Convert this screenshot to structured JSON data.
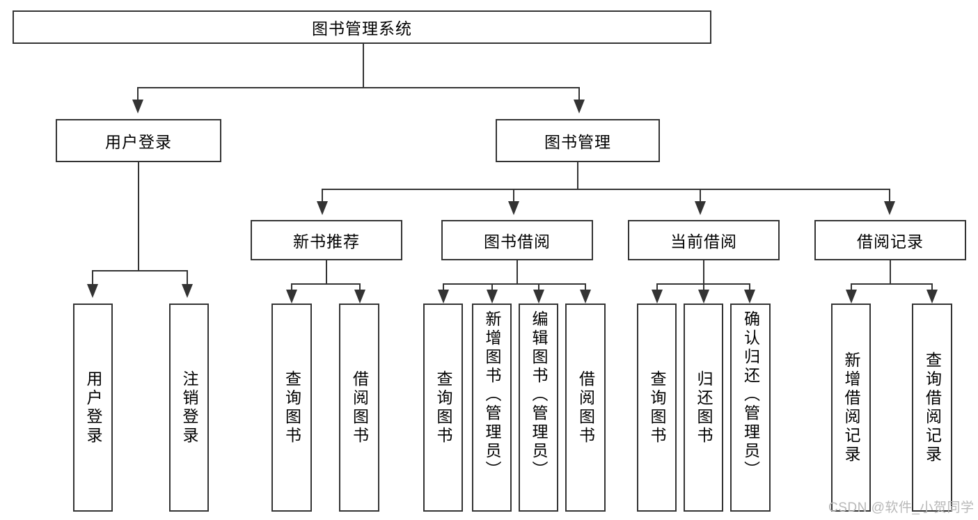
{
  "diagram": {
    "type": "tree-hierarchy",
    "title": "图书管理系统",
    "background_color": "#ffffff",
    "line_color": "#333333",
    "text_color": "#000000",
    "root": {
      "label": "图书管理系统",
      "children": [
        {
          "label": "用户登录",
          "children": [
            {
              "label": "用户登录"
            },
            {
              "label": "注销登录"
            }
          ]
        },
        {
          "label": "图书管理",
          "children": [
            {
              "label": "新书推荐",
              "children": [
                {
                  "label": "查询图书"
                },
                {
                  "label": "借阅图书"
                }
              ]
            },
            {
              "label": "图书借阅",
              "children": [
                {
                  "label": "查询图书"
                },
                {
                  "label": "新增图书（管理员）"
                },
                {
                  "label": "编辑图书（管理员）"
                },
                {
                  "label": "借阅图书"
                }
              ]
            },
            {
              "label": "当前借阅",
              "children": [
                {
                  "label": "查询图书"
                },
                {
                  "label": "归还图书"
                },
                {
                  "label": "确认归还（管理员）"
                }
              ]
            },
            {
              "label": "借阅记录",
              "children": [
                {
                  "label": "新增借阅记录"
                },
                {
                  "label": "查询借阅记录"
                }
              ]
            }
          ]
        }
      ]
    }
  },
  "nodes": {
    "root": "图书管理系统",
    "l2_user_login": "用户登录",
    "l2_book_mgmt": "图书管理",
    "l3_new_book_rec": "新书推荐",
    "l3_book_borrow": "图书借阅",
    "l3_current_borrow": "当前借阅",
    "l3_borrow_record": "借阅记录",
    "leaf_user_login": "用户登录",
    "leaf_logout": "注销登录",
    "leaf_query_book_a": "查询图书",
    "leaf_borrow_book_a": "借阅图书",
    "leaf_query_book_b": "查询图书",
    "leaf_add_book_admin": "新增图书（管理员）",
    "leaf_edit_book_admin": "编辑图书（管理员）",
    "leaf_borrow_book_b": "借阅图书",
    "leaf_query_book_c": "查询图书",
    "leaf_return_book": "归还图书",
    "leaf_confirm_return_admin": "确认归还（管理员）",
    "leaf_add_borrow_record": "新增借阅记录",
    "leaf_query_borrow_record": "查询借阅记录"
  },
  "watermark": {
    "text": "CSDN @软件_小贺同学"
  }
}
